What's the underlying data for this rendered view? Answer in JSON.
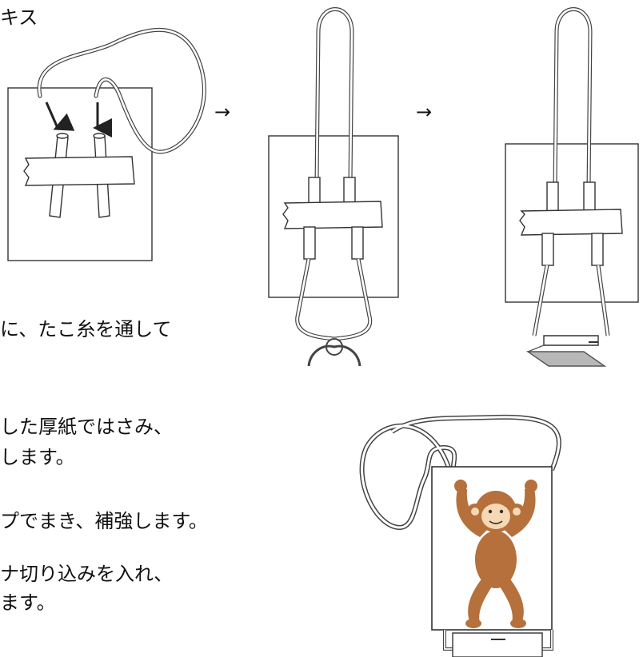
{
  "header_fragment": "キス",
  "flow_arrows": [
    "→",
    "→"
  ],
  "steps": {
    "thread_fragment": "に、たこ糸を通して",
    "cardboard_line1": "した厚紙ではさみ、",
    "cardboard_line2": "します。",
    "tape_fragment": "プでまき、補強します。",
    "cut_line1": "ナ切り込みを入れ、",
    "cut_line2": "ます。"
  },
  "colors": {
    "monkey_fur": "#b5703c",
    "monkey_face": "#f6d9b4",
    "tape_gray": "#b8b8b8",
    "outline": "#333333"
  }
}
